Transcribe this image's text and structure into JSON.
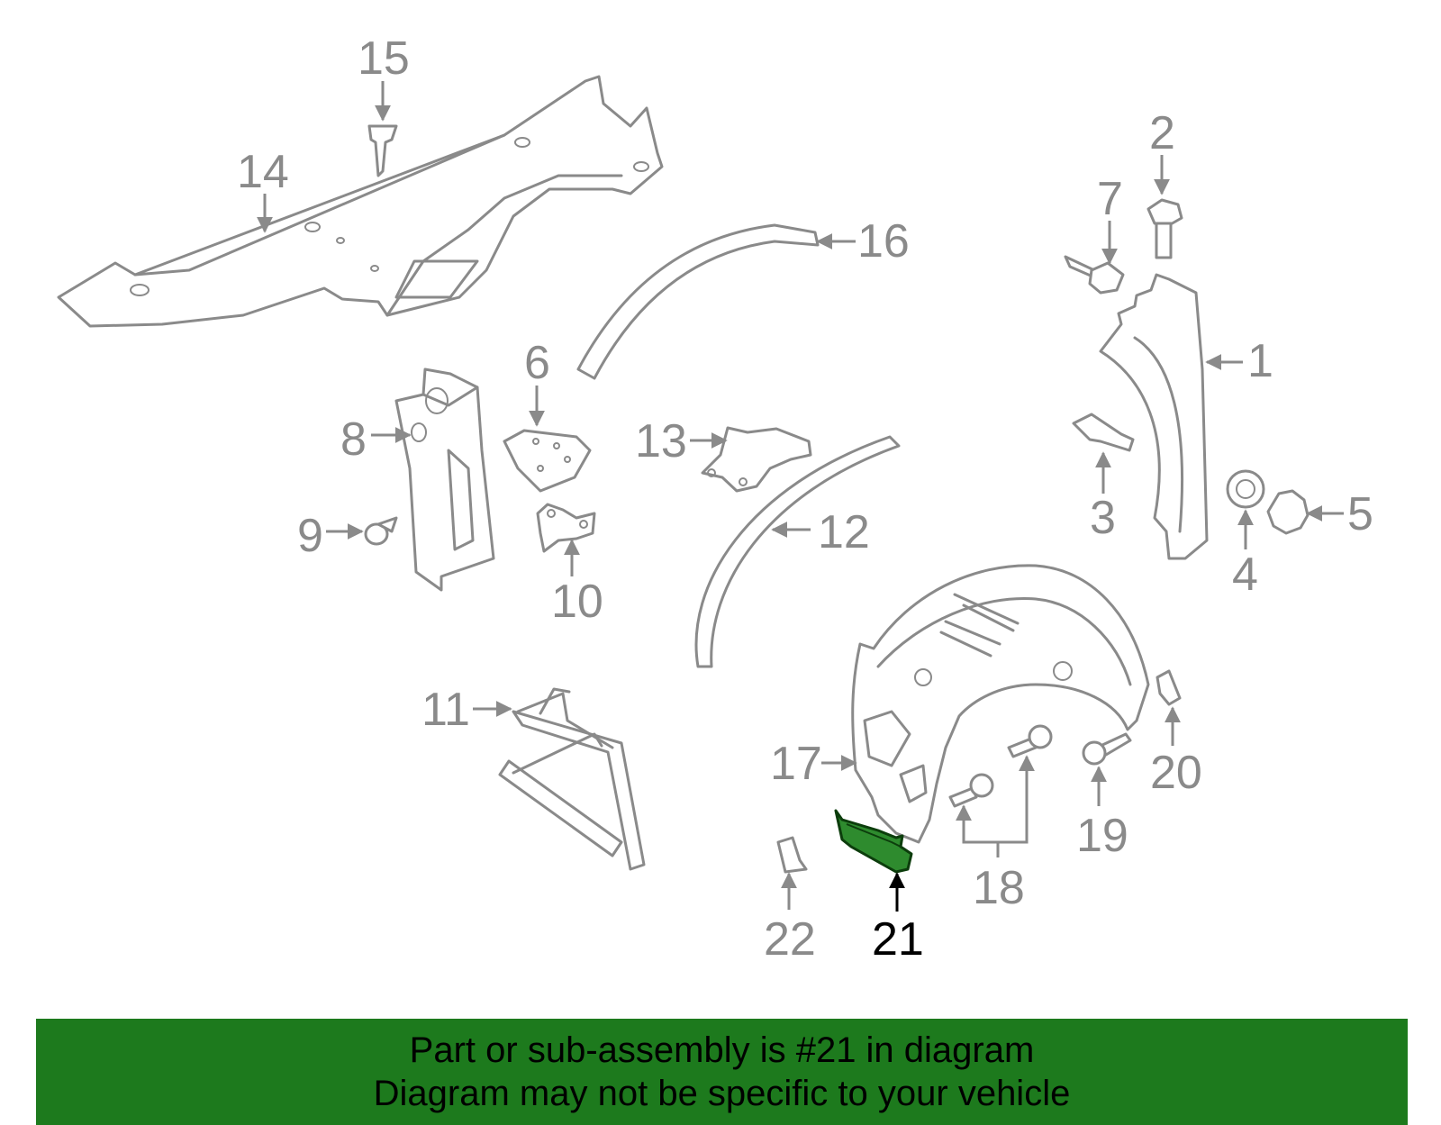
{
  "labels": {
    "p1": "1",
    "p2": "2",
    "p3": "3",
    "p4": "4",
    "p5": "5",
    "p6": "6",
    "p7": "7",
    "p8": "8",
    "p9": "9",
    "p10": "10",
    "p11": "11",
    "p12": "12",
    "p13": "13",
    "p14": "14",
    "p15": "15",
    "p16": "16",
    "p17": "17",
    "p18": "18",
    "p19": "19",
    "p20": "20",
    "p21": "21",
    "p22": "22"
  },
  "highlight": {
    "part": "21",
    "color": "#1d7a1d"
  },
  "colors": {
    "outline": "#8a8a8a",
    "banner": "#1d7a1d",
    "highlight_part": "#2e8b2e"
  },
  "banner": {
    "line1": "Part or sub-assembly is #21 in diagram",
    "line2": "Diagram may not be specific to your vehicle"
  }
}
